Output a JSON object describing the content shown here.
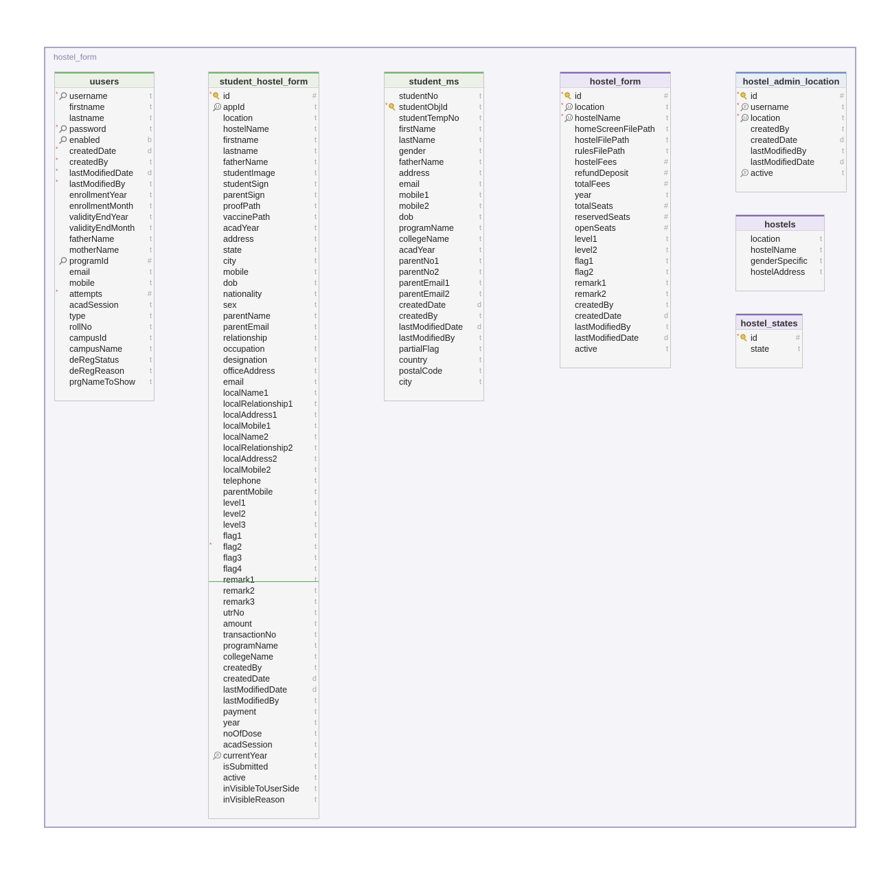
{
  "group": {
    "title": "hostel_form"
  },
  "tables": {
    "uusers": {
      "name": "uusers",
      "columns": [
        {
          "name": "username",
          "type": "t",
          "icon": "search-key-icon",
          "req": true
        },
        {
          "name": "firstname",
          "type": "t"
        },
        {
          "name": "lastname",
          "type": "t"
        },
        {
          "name": "password",
          "type": "t",
          "icon": "search-key-icon",
          "req": true
        },
        {
          "name": "enabled",
          "type": "b",
          "icon": "search-key-icon"
        },
        {
          "name": "createdDate",
          "type": "d",
          "req": true
        },
        {
          "name": "createdBy",
          "type": "t",
          "req": true
        },
        {
          "name": "lastModifiedDate",
          "type": "d",
          "req": true
        },
        {
          "name": "lastModifiedBy",
          "type": "t",
          "req": true
        },
        {
          "name": "enrollmentYear",
          "type": "t"
        },
        {
          "name": "enrollmentMonth",
          "type": "t"
        },
        {
          "name": "validityEndYear",
          "type": "t"
        },
        {
          "name": "validityEndMonth",
          "type": "t"
        },
        {
          "name": "fatherName",
          "type": "t"
        },
        {
          "name": "motherName",
          "type": "t"
        },
        {
          "name": "programId",
          "type": "#",
          "icon": "search-key-icon"
        },
        {
          "name": "email",
          "type": "t"
        },
        {
          "name": "mobile",
          "type": "t"
        },
        {
          "name": "attempts",
          "type": "#",
          "req": true
        },
        {
          "name": "acadSession",
          "type": "t"
        },
        {
          "name": "type",
          "type": "t"
        },
        {
          "name": "rollNo",
          "type": "t"
        },
        {
          "name": "campusId",
          "type": "t"
        },
        {
          "name": "campusName",
          "type": "t"
        },
        {
          "name": "deRegStatus",
          "type": "t"
        },
        {
          "name": "deRegReason",
          "type": "t"
        },
        {
          "name": "prgNameToShow",
          "type": "t"
        }
      ]
    },
    "student_hostel_form": {
      "name": "student_hostel_form",
      "columns": [
        {
          "name": "id",
          "type": "#",
          "icon": "primary-key-icon",
          "req": true
        },
        {
          "name": "appId",
          "type": "t",
          "icon": "unique-index-icon"
        },
        {
          "name": "location",
          "type": "t"
        },
        {
          "name": "hostelName",
          "type": "t"
        },
        {
          "name": "firstname",
          "type": "t"
        },
        {
          "name": "lastname",
          "type": "t"
        },
        {
          "name": "fatherName",
          "type": "t"
        },
        {
          "name": "studentImage",
          "type": "t"
        },
        {
          "name": "studentSign",
          "type": "t"
        },
        {
          "name": "parentSign",
          "type": "t"
        },
        {
          "name": "proofPath",
          "type": "t"
        },
        {
          "name": "vaccinePath",
          "type": "t"
        },
        {
          "name": "acadYear",
          "type": "t"
        },
        {
          "name": "address",
          "type": "t"
        },
        {
          "name": "state",
          "type": "t"
        },
        {
          "name": "city",
          "type": "t"
        },
        {
          "name": "mobile",
          "type": "t"
        },
        {
          "name": "dob",
          "type": "t"
        },
        {
          "name": "nationality",
          "type": "t"
        },
        {
          "name": "sex",
          "type": "t"
        },
        {
          "name": "parentName",
          "type": "t"
        },
        {
          "name": "parentEmail",
          "type": "t"
        },
        {
          "name": "relationship",
          "type": "t"
        },
        {
          "name": "occupation",
          "type": "t"
        },
        {
          "name": "designation",
          "type": "t"
        },
        {
          "name": "officeAddress",
          "type": "t"
        },
        {
          "name": "email",
          "type": "t"
        },
        {
          "name": "localName1",
          "type": "t"
        },
        {
          "name": "localRelationship1",
          "type": "t"
        },
        {
          "name": "localAddress1",
          "type": "t"
        },
        {
          "name": "localMobile1",
          "type": "t"
        },
        {
          "name": "localName2",
          "type": "t"
        },
        {
          "name": "localRelationship2",
          "type": "t"
        },
        {
          "name": "localAddress2",
          "type": "t"
        },
        {
          "name": "localMobile2",
          "type": "t"
        },
        {
          "name": "telephone",
          "type": "t"
        },
        {
          "name": "parentMobile",
          "type": "t"
        },
        {
          "name": "level1",
          "type": "t"
        },
        {
          "name": "level2",
          "type": "t"
        },
        {
          "name": "level3",
          "type": "t"
        },
        {
          "name": "flag1",
          "type": "t"
        },
        {
          "name": "flag2",
          "type": "t",
          "req": true
        },
        {
          "name": "flag3",
          "type": "t"
        },
        {
          "name": "flag4",
          "type": "t"
        },
        {
          "name": "remark1",
          "type": "t"
        },
        {
          "name": "remark2",
          "type": "t"
        },
        {
          "name": "remark3",
          "type": "t"
        },
        {
          "name": "utrNo",
          "type": "t"
        },
        {
          "name": "amount",
          "type": "t"
        },
        {
          "name": "transactionNo",
          "type": "t"
        },
        {
          "name": "programName",
          "type": "t"
        },
        {
          "name": "collegeName",
          "type": "t"
        },
        {
          "name": "createdBy",
          "type": "t"
        },
        {
          "name": "createdDate",
          "type": "d"
        },
        {
          "name": "lastModifiedDate",
          "type": "d"
        },
        {
          "name": "lastModifiedBy",
          "type": "t"
        },
        {
          "name": "payment",
          "type": "t"
        },
        {
          "name": "year",
          "type": "t"
        },
        {
          "name": "noOfDose",
          "type": "t"
        },
        {
          "name": "acadSession",
          "type": "t"
        },
        {
          "name": "currentYear",
          "type": "t",
          "icon": "index-icon"
        },
        {
          "name": "isSubmitted",
          "type": "t"
        },
        {
          "name": "active",
          "type": "t"
        },
        {
          "name": "inVisibleToUserSide",
          "type": "t"
        },
        {
          "name": "inVisibleReason",
          "type": "t"
        }
      ]
    },
    "student_ms": {
      "name": "student_ms",
      "columns": [
        {
          "name": "studentNo",
          "type": "t"
        },
        {
          "name": "studentObjId",
          "type": "t",
          "icon": "primary-key-icon",
          "req": true
        },
        {
          "name": "studentTempNo",
          "type": "t"
        },
        {
          "name": "firstName",
          "type": "t"
        },
        {
          "name": "lastName",
          "type": "t"
        },
        {
          "name": "gender",
          "type": "t"
        },
        {
          "name": "fatherName",
          "type": "t"
        },
        {
          "name": "address",
          "type": "t"
        },
        {
          "name": "email",
          "type": "t"
        },
        {
          "name": "mobile1",
          "type": "t"
        },
        {
          "name": "mobile2",
          "type": "t"
        },
        {
          "name": "dob",
          "type": "t"
        },
        {
          "name": "programName",
          "type": "t"
        },
        {
          "name": "collegeName",
          "type": "t"
        },
        {
          "name": "acadYear",
          "type": "t"
        },
        {
          "name": "parentNo1",
          "type": "t"
        },
        {
          "name": "parentNo2",
          "type": "t"
        },
        {
          "name": "parentEmail1",
          "type": "t"
        },
        {
          "name": "parentEmail2",
          "type": "t"
        },
        {
          "name": "createdDate",
          "type": "d"
        },
        {
          "name": "createdBy",
          "type": "t"
        },
        {
          "name": "lastModifiedDate",
          "type": "d"
        },
        {
          "name": "lastModifiedBy",
          "type": "t"
        },
        {
          "name": "partialFlag",
          "type": "t"
        },
        {
          "name": "country",
          "type": "t"
        },
        {
          "name": "postalCode",
          "type": "t"
        },
        {
          "name": "city",
          "type": "t"
        }
      ]
    },
    "hostel_form": {
      "name": "hostel_form",
      "columns": [
        {
          "name": "id",
          "type": "#",
          "icon": "primary-key-icon",
          "req": true
        },
        {
          "name": "location",
          "type": "t",
          "icon": "unique-index-icon",
          "req": true
        },
        {
          "name": "hostelName",
          "type": "t",
          "icon": "unique-index-icon",
          "req": true
        },
        {
          "name": "homeScreenFilePath",
          "type": "t"
        },
        {
          "name": "hostelFilePath",
          "type": "t"
        },
        {
          "name": "rulesFilePath",
          "type": "t"
        },
        {
          "name": "hostelFees",
          "type": "#"
        },
        {
          "name": "refundDeposit",
          "type": "#"
        },
        {
          "name": "totalFees",
          "type": "#"
        },
        {
          "name": "year",
          "type": "t"
        },
        {
          "name": "totalSeats",
          "type": "#"
        },
        {
          "name": "reservedSeats",
          "type": "#"
        },
        {
          "name": "openSeats",
          "type": "#"
        },
        {
          "name": "level1",
          "type": "t"
        },
        {
          "name": "level2",
          "type": "t"
        },
        {
          "name": "flag1",
          "type": "t"
        },
        {
          "name": "flag2",
          "type": "t"
        },
        {
          "name": "remark1",
          "type": "t"
        },
        {
          "name": "remark2",
          "type": "t"
        },
        {
          "name": "createdBy",
          "type": "t"
        },
        {
          "name": "createdDate",
          "type": "d"
        },
        {
          "name": "lastModifiedBy",
          "type": "t"
        },
        {
          "name": "lastModifiedDate",
          "type": "d"
        },
        {
          "name": "active",
          "type": "t"
        }
      ]
    },
    "hostel_admin_location": {
      "name": "hostel_admin_location",
      "columns": [
        {
          "name": "id",
          "type": "#",
          "icon": "primary-key-icon",
          "req": true
        },
        {
          "name": "username",
          "type": "t",
          "icon": "index-icon",
          "req": true
        },
        {
          "name": "location",
          "type": "t",
          "icon": "unique-index-icon",
          "req": true
        },
        {
          "name": "createdBy",
          "type": "t"
        },
        {
          "name": "createdDate",
          "type": "d"
        },
        {
          "name": "lastModifiedBy",
          "type": "t"
        },
        {
          "name": "lastModifiedDate",
          "type": "d"
        },
        {
          "name": "active",
          "type": "t",
          "icon": "index-icon"
        }
      ]
    },
    "hostels": {
      "name": "hostels",
      "columns": [
        {
          "name": "location",
          "type": "t"
        },
        {
          "name": "hostelName",
          "type": "t"
        },
        {
          "name": "genderSpecific",
          "type": "t"
        },
        {
          "name": "hostelAddress",
          "type": "t"
        }
      ]
    },
    "hostel_states": {
      "name": "hostel_states",
      "columns": [
        {
          "name": "id",
          "type": "#",
          "icon": "primary-key-icon",
          "req": true
        },
        {
          "name": "state",
          "type": "t"
        }
      ]
    }
  }
}
